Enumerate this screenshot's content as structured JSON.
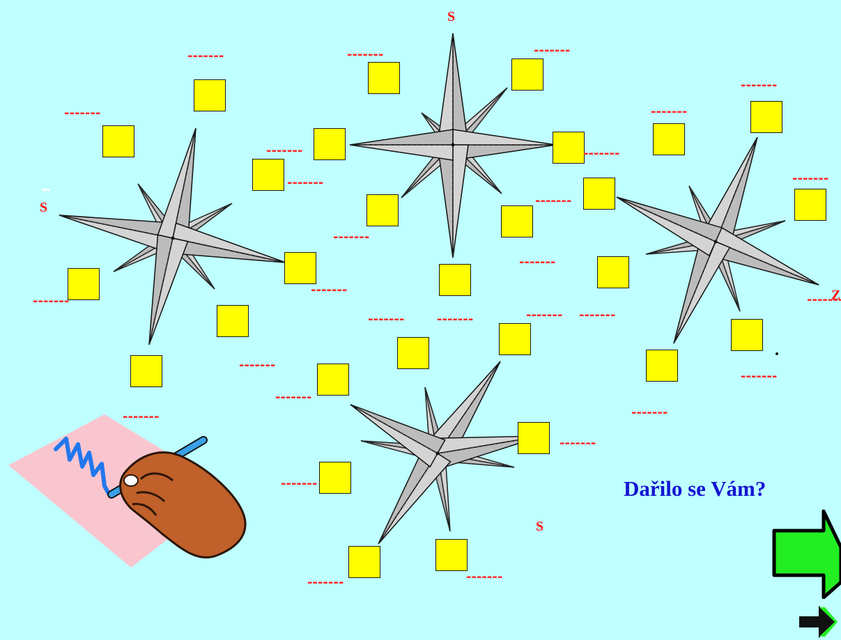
{
  "question": "Dařilo se Vám?",
  "colors": {
    "background": "#bfffff",
    "answer_box": "#ffff00",
    "blank_line": "#ff2a2a",
    "direction_letter": "#ff1414",
    "question_text": "#1414d2",
    "arrow_fill": "#22ee22",
    "star_fill": "#bcbcbc"
  },
  "blank_placeholder": "-------",
  "compass_roses": [
    {
      "name": "rose-left",
      "known_letter": "S",
      "blank_count": 8,
      "box_count": 7
    },
    {
      "name": "rose-top",
      "known_letter": "S",
      "blank_count": 7,
      "box_count": 7
    },
    {
      "name": "rose-right",
      "known_letter": "Z",
      "blank_count": 7,
      "box_count": 7
    },
    {
      "name": "rose-bottom",
      "known_letter": "S",
      "blank_count": 7,
      "box_count": 7
    }
  ],
  "icons": {
    "writing_hand": "hand-writing-icon",
    "next_large": "next-arrow-icon",
    "next_small": "next-small-arrow-icon"
  }
}
